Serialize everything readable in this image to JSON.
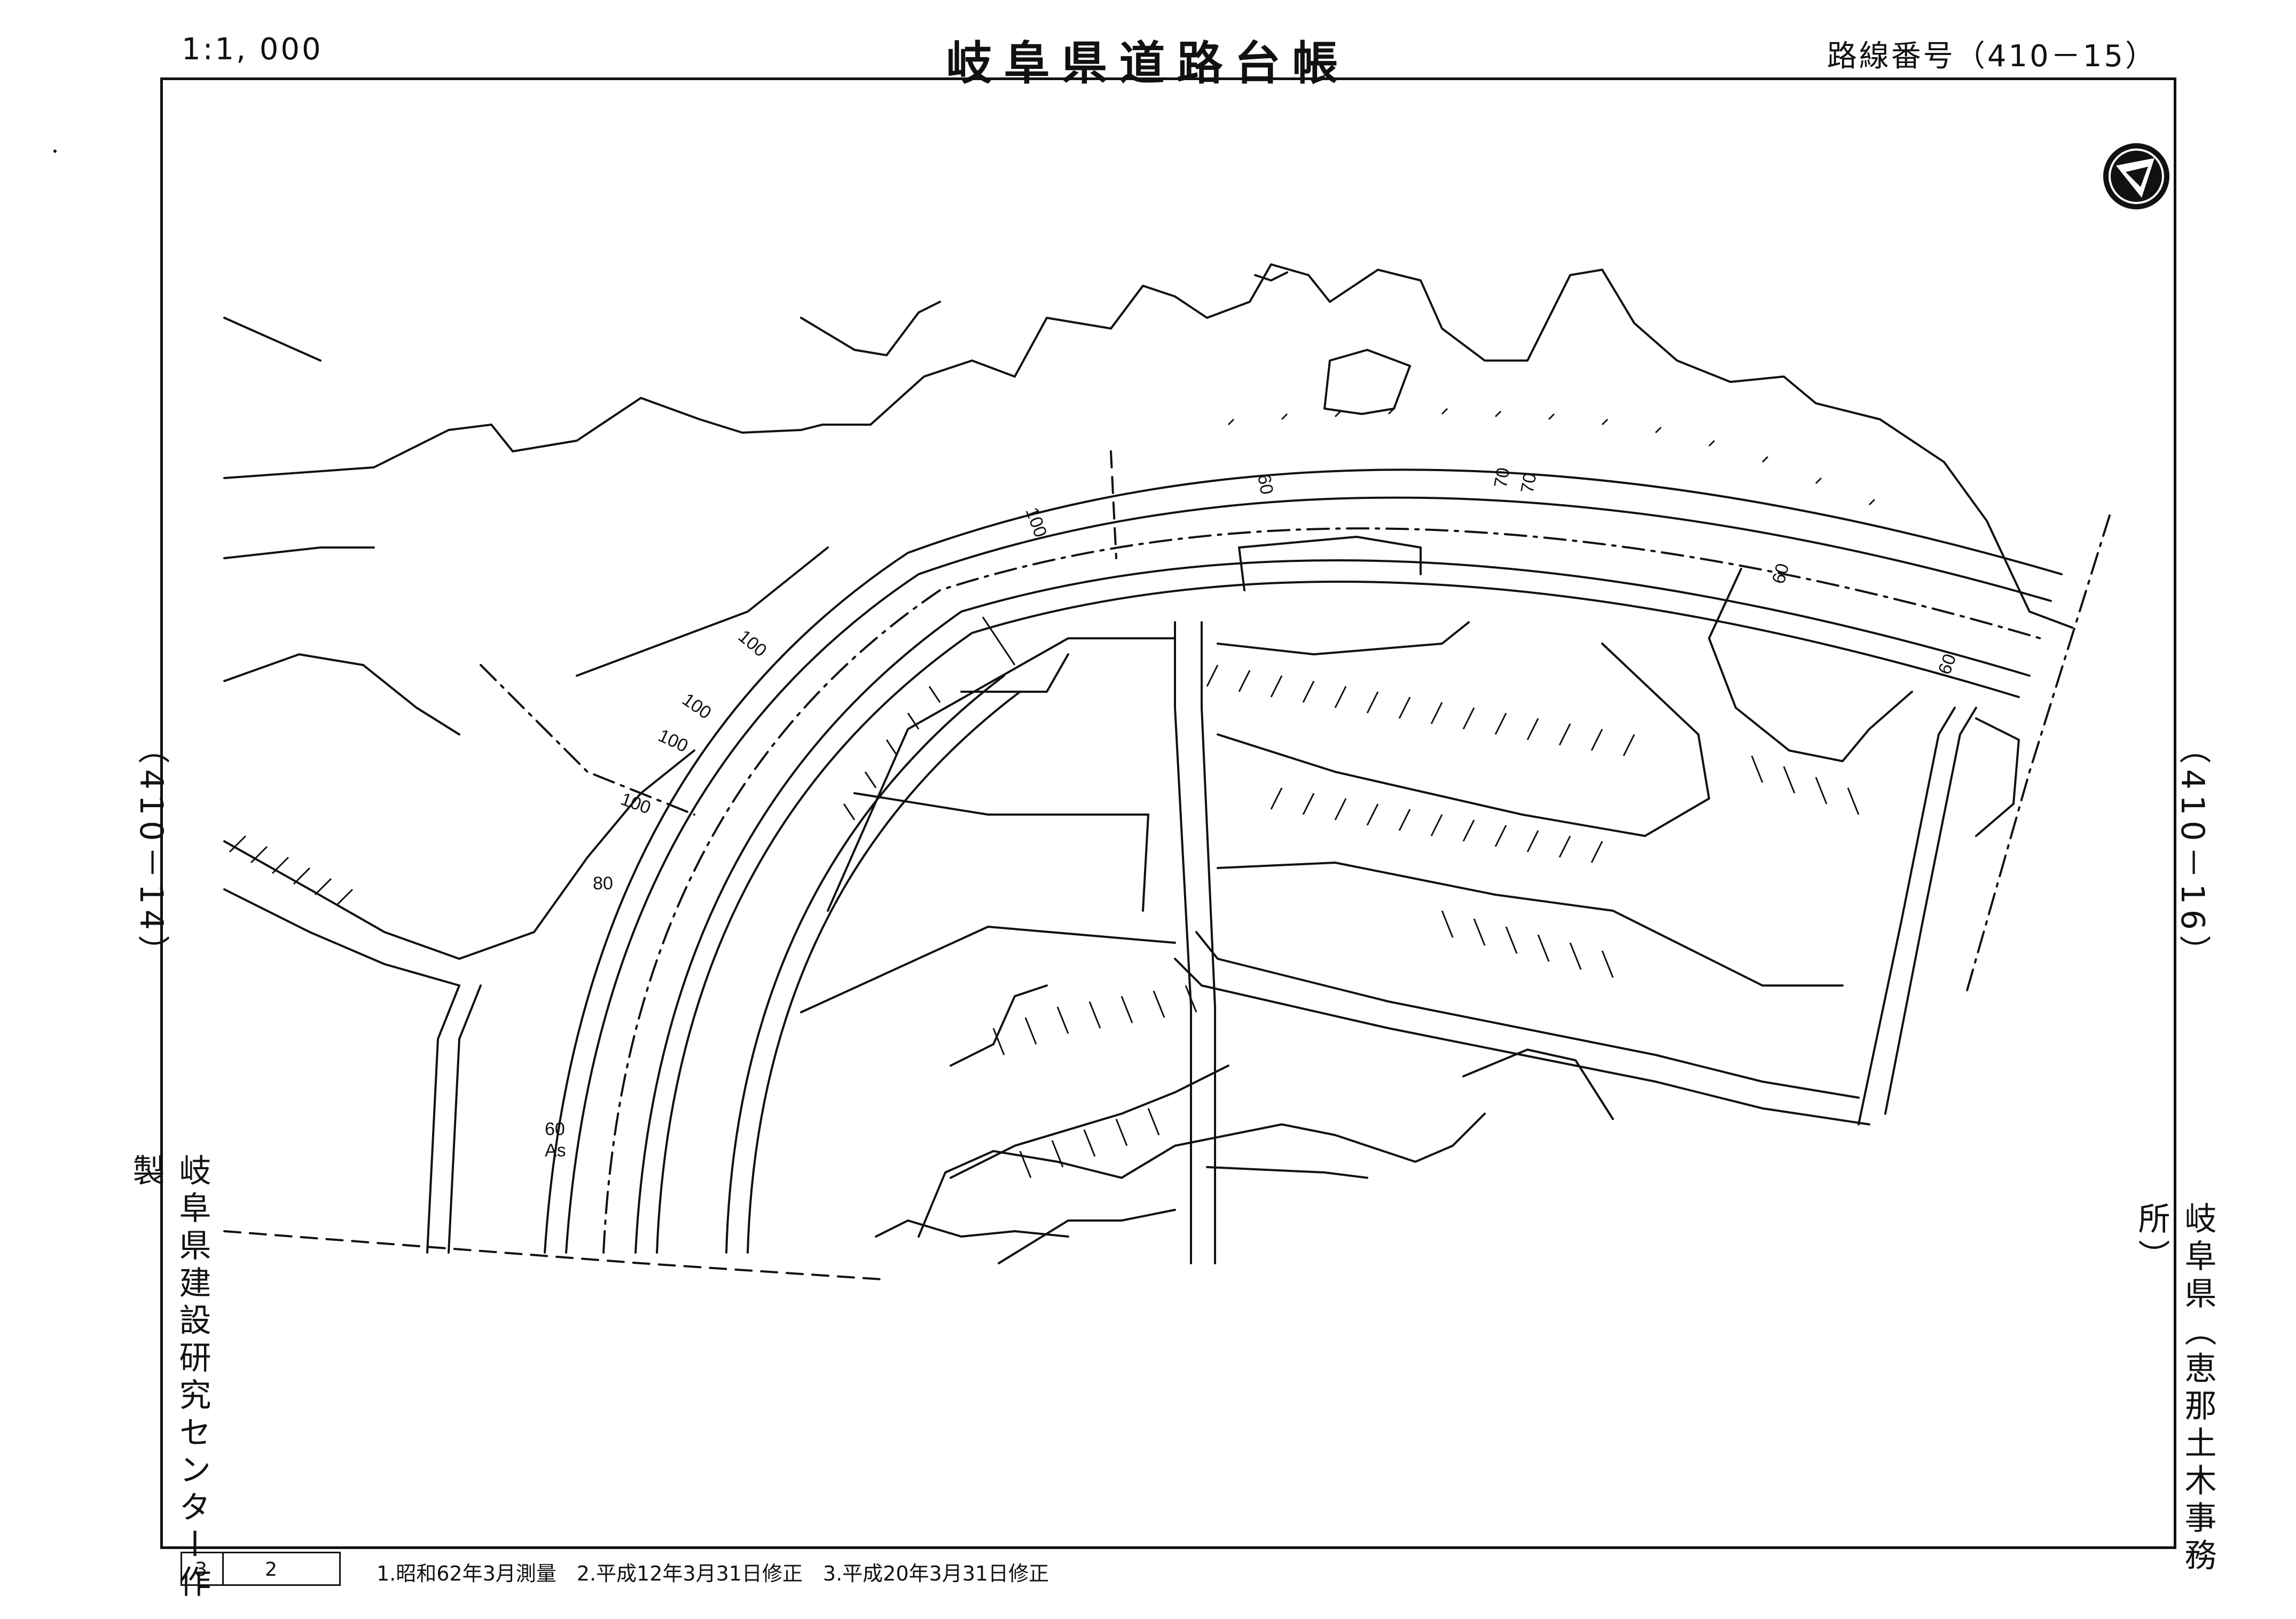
{
  "header": {
    "scale": "1:1, 000",
    "title": "岐阜県道路台帳",
    "route_number": "路線番号（410－15）"
  },
  "adjacent_sheets": {
    "left": "（410－14）",
    "right": "（410－16）"
  },
  "credits": {
    "maker": "岐阜県建設研究センター作製",
    "office": "岐阜県（恵那土木事務所）"
  },
  "sheet": {
    "main": "3",
    "sub": "2"
  },
  "notes": "1.昭和62年3月測量　2.平成12年3月31日修正　3.平成20年3月31日修正",
  "map_labels": {
    "width_100_a": "100",
    "width_100_b": "100",
    "width_100_c": "100",
    "width_100_d": "100",
    "width_100_e": "100",
    "width_80": "80",
    "width_60_a": "60",
    "pavement": "As",
    "width_60_b": "60",
    "width_70_a": "70",
    "width_70_b": "70",
    "width_60_c": "60",
    "width_60_d": "60"
  },
  "icons": {
    "north_arrow": "north-arrow-icon"
  },
  "colors": {
    "ink": "#111111",
    "paper": "#ffffff"
  }
}
